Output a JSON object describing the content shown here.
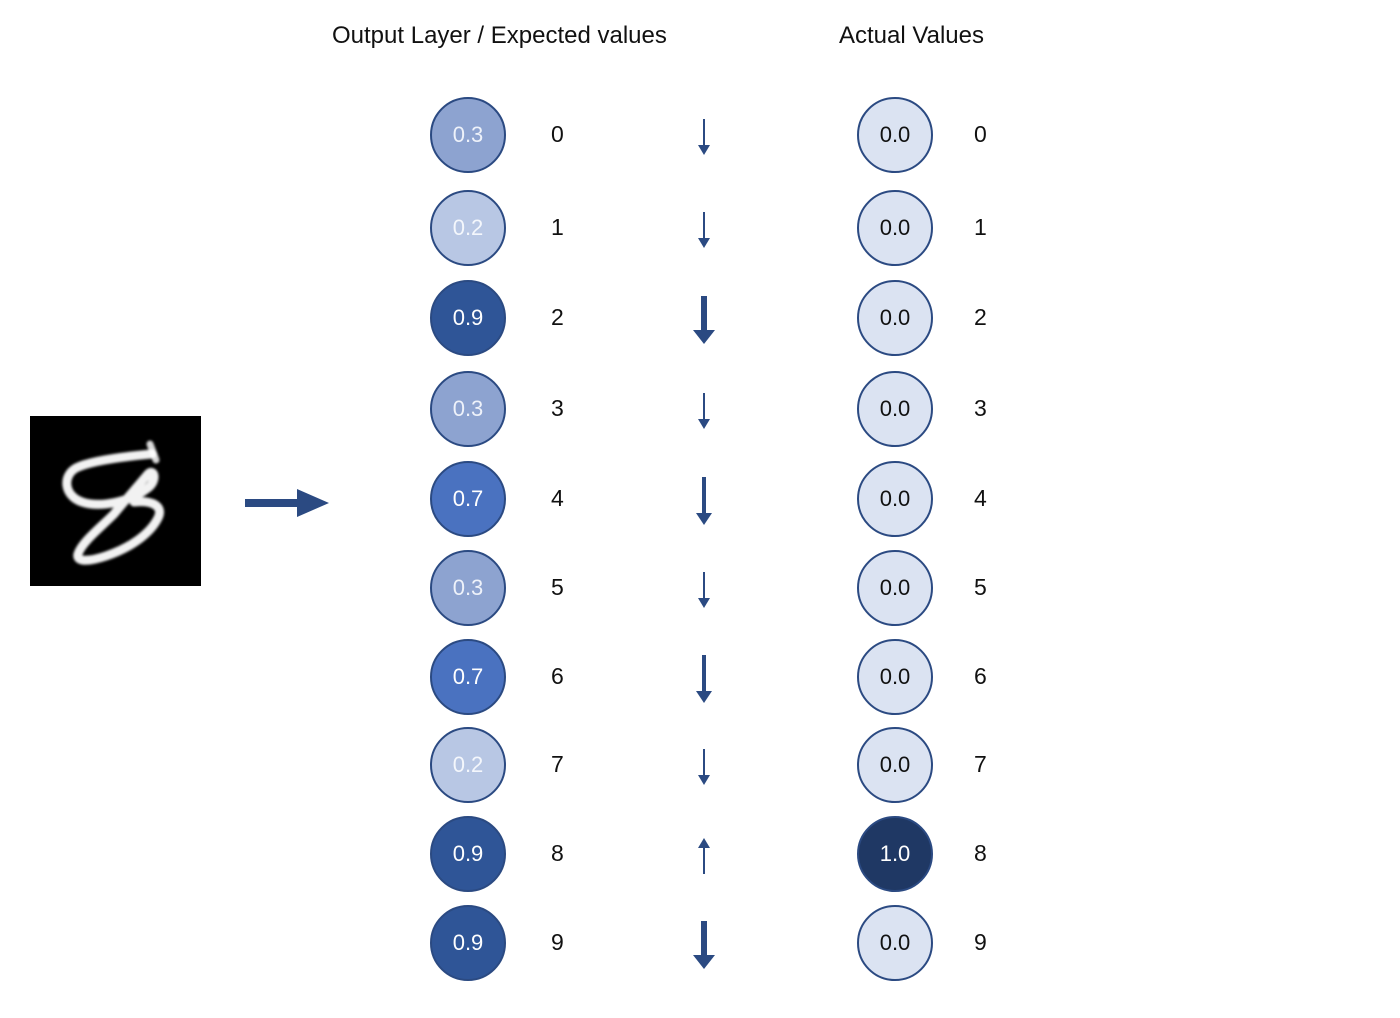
{
  "headers": {
    "expected": "Output Layer / Expected values",
    "actual": "Actual Values"
  },
  "input_image": {
    "depicts": "handwritten digit 8 (MNIST style, white on black)"
  },
  "input_arrow_icon": "right-arrow",
  "colors": {
    "node_border": "#2b4a82",
    "arrow": "#2b4a82",
    "label_text": "#111111"
  },
  "output_layer": [
    {
      "value": "0.3",
      "label": "0",
      "fill": "#8da3d0",
      "text_color": "#eef2fa"
    },
    {
      "value": "0.2",
      "label": "1",
      "fill": "#b8c7e4",
      "text_color": "#f4f7fc"
    },
    {
      "value": "0.9",
      "label": "2",
      "fill": "#2f5597",
      "text_color": "#ffffff"
    },
    {
      "value": "0.3",
      "label": "3",
      "fill": "#8da3d0",
      "text_color": "#eef2fa"
    },
    {
      "value": "0.7",
      "label": "4",
      "fill": "#4a72c0",
      "text_color": "#ffffff"
    },
    {
      "value": "0.3",
      "label": "5",
      "fill": "#8da3d0",
      "text_color": "#eef2fa"
    },
    {
      "value": "0.7",
      "label": "6",
      "fill": "#4a72c0",
      "text_color": "#ffffff"
    },
    {
      "value": "0.2",
      "label": "7",
      "fill": "#b8c7e4",
      "text_color": "#f4f7fc"
    },
    {
      "value": "0.9",
      "label": "8",
      "fill": "#2f5597",
      "text_color": "#ffffff"
    },
    {
      "value": "0.9",
      "label": "9",
      "fill": "#2f5597",
      "text_color": "#ffffff"
    }
  ],
  "adjustments": [
    {
      "direction": "down",
      "strength": "light"
    },
    {
      "direction": "down",
      "strength": "light"
    },
    {
      "direction": "down",
      "strength": "bold"
    },
    {
      "direction": "down",
      "strength": "light"
    },
    {
      "direction": "down",
      "strength": "medium"
    },
    {
      "direction": "down",
      "strength": "light"
    },
    {
      "direction": "down",
      "strength": "medium"
    },
    {
      "direction": "down",
      "strength": "light"
    },
    {
      "direction": "up",
      "strength": "light"
    },
    {
      "direction": "down",
      "strength": "bold"
    }
  ],
  "actual_values": [
    {
      "value": "0.0",
      "label": "0",
      "fill": "#dbe3f2",
      "text_color": "#111111"
    },
    {
      "value": "0.0",
      "label": "1",
      "fill": "#dbe3f2",
      "text_color": "#111111"
    },
    {
      "value": "0.0",
      "label": "2",
      "fill": "#dbe3f2",
      "text_color": "#111111"
    },
    {
      "value": "0.0",
      "label": "3",
      "fill": "#dbe3f2",
      "text_color": "#111111"
    },
    {
      "value": "0.0",
      "label": "4",
      "fill": "#dbe3f2",
      "text_color": "#111111"
    },
    {
      "value": "0.0",
      "label": "5",
      "fill": "#dbe3f2",
      "text_color": "#111111"
    },
    {
      "value": "0.0",
      "label": "6",
      "fill": "#dbe3f2",
      "text_color": "#111111"
    },
    {
      "value": "0.0",
      "label": "7",
      "fill": "#dbe3f2",
      "text_color": "#111111"
    },
    {
      "value": "1.0",
      "label": "8",
      "fill": "#1f3864",
      "text_color": "#ffffff"
    },
    {
      "value": "0.0",
      "label": "9",
      "fill": "#dbe3f2",
      "text_color": "#111111"
    }
  ]
}
